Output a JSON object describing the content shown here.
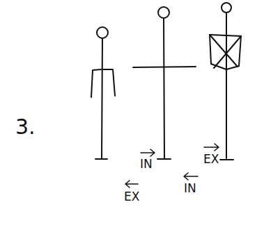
{
  "diagram": {
    "labels": [
      "3.",
      "IN",
      "EX",
      "EX",
      "IN"
    ]
  }
}
